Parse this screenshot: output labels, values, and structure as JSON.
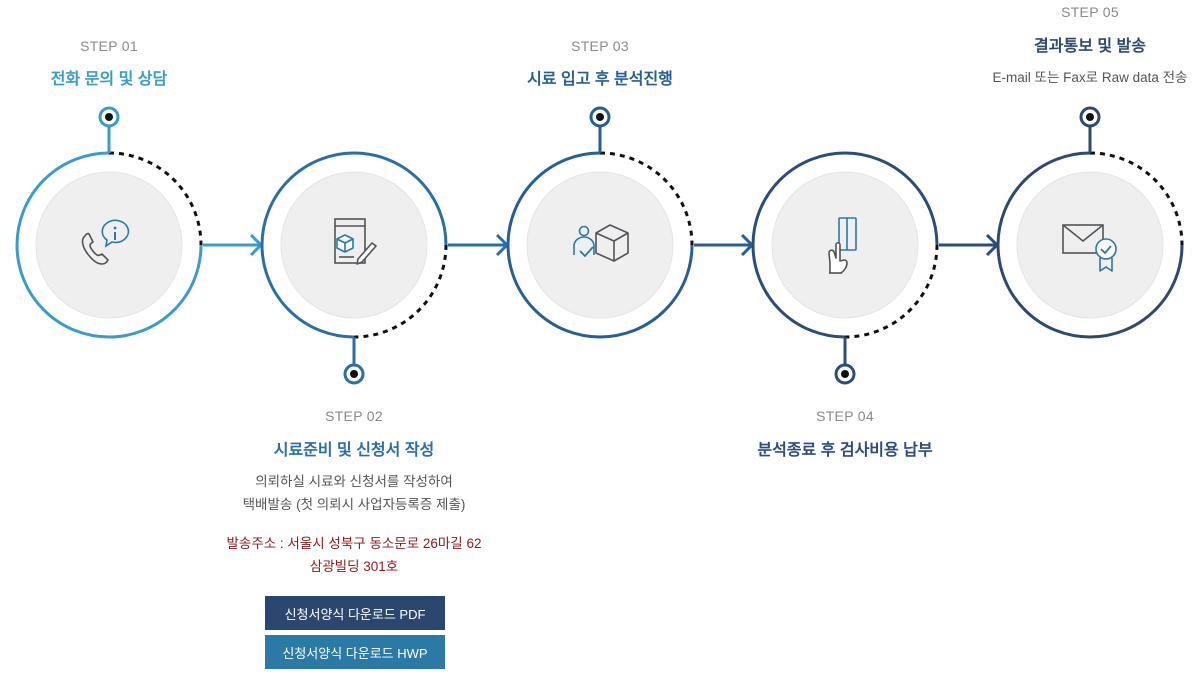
{
  "steps": [
    {
      "label": "STEP 01",
      "title": "전화 문의 및 상담",
      "color": "#3a9cc9",
      "icon": "phone-info-icon"
    },
    {
      "label": "STEP 02",
      "title": "시료준비 및 신청서 작성",
      "color": "#2a6fa3",
      "icon": "form-package-edit-icon",
      "desc": [
        "의뢰하실 시료와 신청서를 작성하여",
        "택배발송 (첫 의뢰시 사업자등록증 제출)"
      ],
      "address": [
        "발송주소 : 서울시 성북구 동소문로 26마길 62",
        "삼광빌딩 301호"
      ]
    },
    {
      "label": "STEP 03",
      "title": "시료 입고 후 분석진행",
      "color": "#275f94",
      "icon": "person-package-icon"
    },
    {
      "label": "STEP 04",
      "title": "분석종료 후 검사비용 납부",
      "color": "#2a4d7c",
      "icon": "hand-card-icon"
    },
    {
      "label": "STEP 05",
      "title": "결과통보 및 발송",
      "color": "#2c4a6e",
      "icon": "mail-certified-icon",
      "desc": [
        "E-mail 또는 Fax로 Raw data 전송"
      ]
    }
  ],
  "buttons": {
    "pdf": "신청서양식 다운로드 PDF",
    "hwp": "신청서양식 다운로드 HWP"
  },
  "colors": {
    "text_title": "#2a6fa3",
    "address": "#8b1a1a",
    "arrow": "#2f6b9e"
  }
}
